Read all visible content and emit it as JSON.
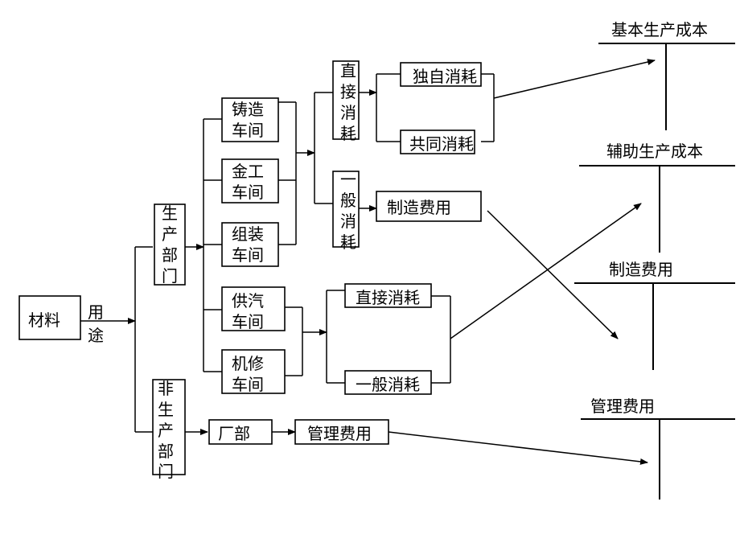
{
  "nodes": {
    "material": "材料",
    "usage": [
      "用",
      "途"
    ],
    "production_dept": [
      "生",
      "产",
      "部",
      "门"
    ],
    "nonproduction_dept": [
      "非",
      "生",
      "产",
      "部",
      "门"
    ],
    "casting": [
      "铸造",
      "车间"
    ],
    "metalwork": [
      "金工",
      "车间"
    ],
    "assembly": [
      "组装",
      "车间"
    ],
    "steam": [
      "供汽",
      "车间"
    ],
    "repair": [
      "机修",
      "车间"
    ],
    "direct_consumption_v": [
      "直",
      "接",
      "消",
      "耗"
    ],
    "general_consumption_v": [
      "一",
      "般",
      "消",
      "耗"
    ],
    "exclusive_consumption": "独自消耗",
    "shared_consumption": "共同消耗",
    "manufacturing_overhead_box": "制造费用",
    "aux_direct": "直接消耗",
    "aux_general": "一般消耗",
    "factory": "厂部",
    "admin_expense_box": "管理费用"
  },
  "accounts": {
    "basic_production": "基本生产成本",
    "auxiliary_production": "辅助生产成本",
    "manufacturing_overhead": "制造费用",
    "admin_expense": "管理费用"
  }
}
